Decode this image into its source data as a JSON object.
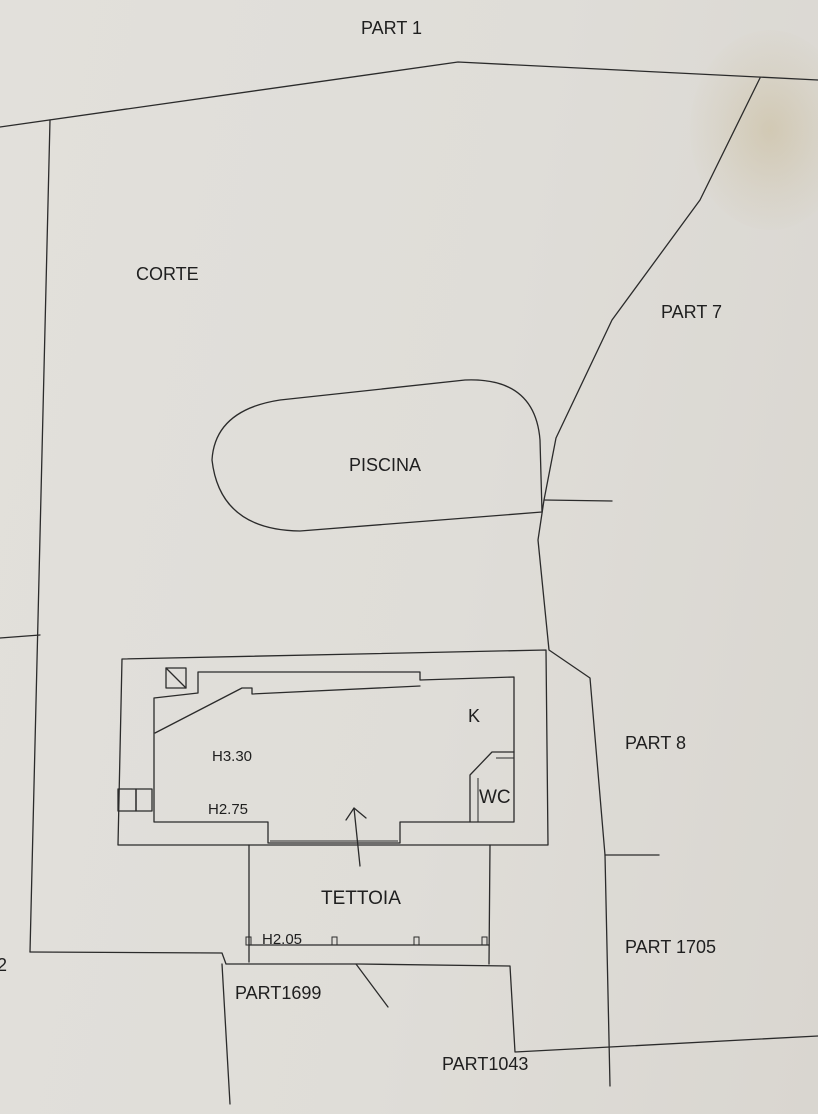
{
  "labels": {
    "part1": "PART 1",
    "corte": "CORTE",
    "part7": "PART 7",
    "piscina": "PISCINA",
    "k": "K",
    "h330": "H3.30",
    "wc": "WC",
    "h275": "H2.75",
    "part8": "PART 8",
    "tettoia": "TETTOIA",
    "h205": "H2.05",
    "part1705": "PART 1705",
    "part1699": "PART1699",
    "part1043": "PART1043",
    "edge_fragment": "2"
  }
}
